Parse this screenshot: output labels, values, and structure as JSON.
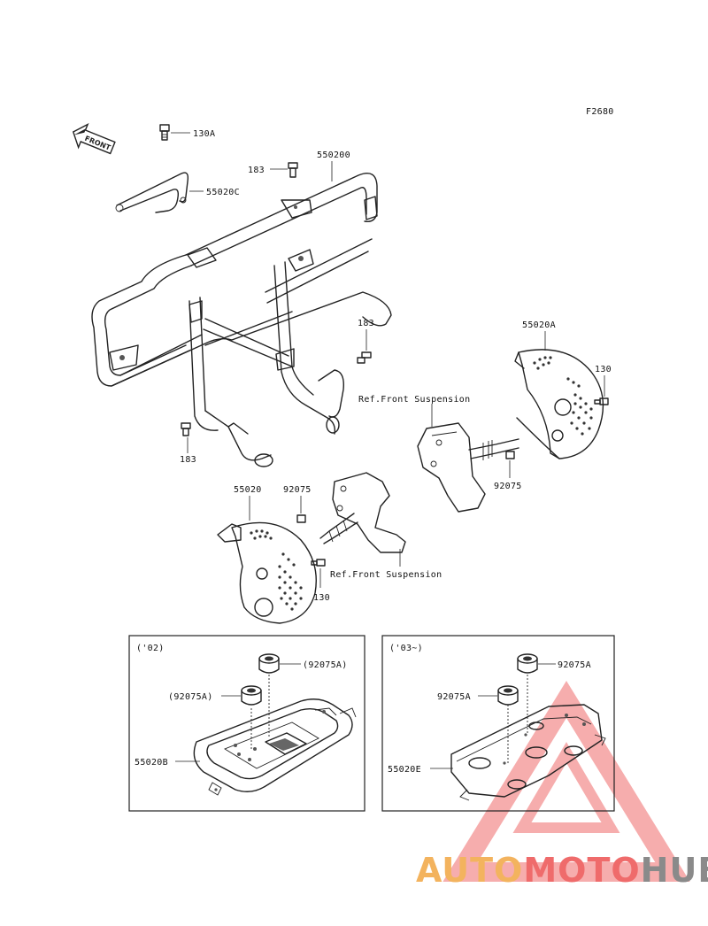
{
  "figure_code": "F2680",
  "front_arrow": "FRONT",
  "labels": {
    "l130A": "130A",
    "l550200": "550200",
    "l183_top": "183",
    "l55020C": "55020C",
    "l183_mid": "183",
    "l55020A": "55020A",
    "l130_right": "130",
    "l183_bot": "183",
    "ref_susp_1": "Ref.Front Suspension",
    "l92075_right": "92075",
    "l55020": "55020",
    "l92075_left": "92075",
    "ref_susp_2": "Ref.Front Suspension",
    "l130_left": "130"
  },
  "box_left": {
    "title": "('02)",
    "l92075A_top": "(92075A)",
    "l92075A_mid": "(92075A)",
    "l55020B": "55020B"
  },
  "box_right": {
    "title": "('03~)",
    "l92075A_top": "92075A",
    "l92075A_mid": "92075A",
    "l55020E": "55020E"
  },
  "watermark": {
    "part1": "AUTO",
    "part2": "MOTO",
    "part3": "HUB",
    "colors": {
      "auto": "#f3b35e",
      "moto": "#ef6b6b",
      "hub": "#8a8a8a",
      "triangle": "#ef6b6b"
    }
  }
}
